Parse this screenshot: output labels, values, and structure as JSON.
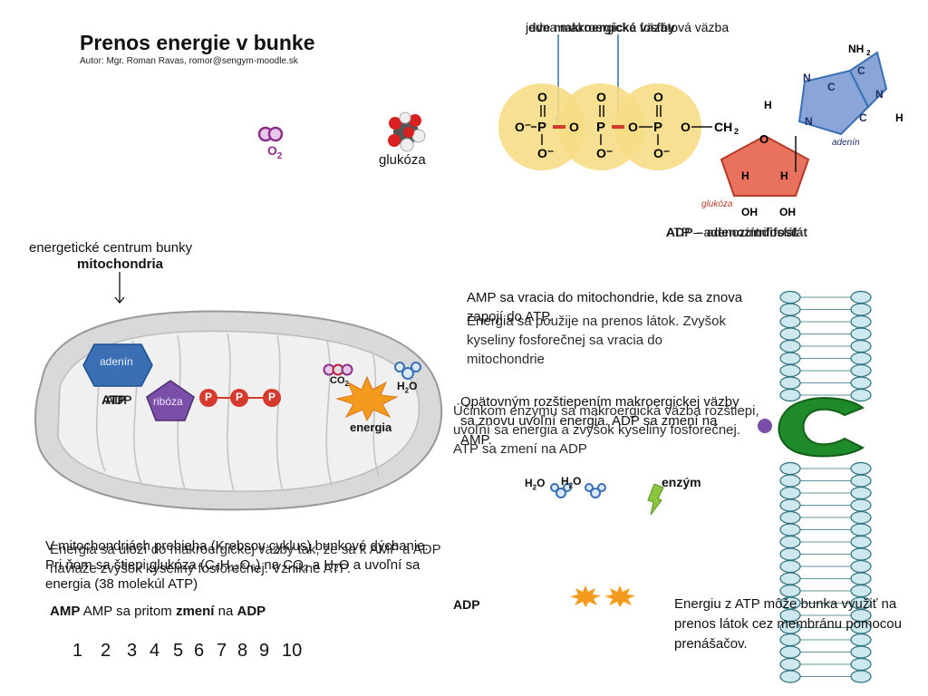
{
  "slide": {
    "title": "Prenos energie v bunke",
    "author": "Autor: Mgr. Roman Ravas, romor@sengym-moodle.sk"
  },
  "molecules": {
    "o2_label": "O",
    "o2_sub": "2",
    "glucose_label": "glukóza"
  },
  "atp_diagram": {
    "top_label_a": "jedna makroergická fosfátová väzba",
    "top_label_b": "dve makroergické väzby",
    "bottom_label_a": "ATP – adenozíntrifosfát",
    "bottom_label_b": "ADP – adenozíndifosfát",
    "o": "O",
    "p": "P",
    "o_minus": "O⁻",
    "ch2": "CH",
    "ch2_sub": "2",
    "nh2": "NH",
    "nh2_sub": "2",
    "n": "N",
    "c": "C",
    "h": "H",
    "oh": "OH",
    "adenin_label": "adenín",
    "glukoza_label": "glukóza"
  },
  "mitochondria": {
    "center_label": "energetické centrum bunky",
    "name": "mitochondria",
    "adenin": "adenín",
    "riboza": "ribóza",
    "p": "P",
    "atp_label": "ATP",
    "adp_label": "ADP",
    "co2": "CO",
    "co2_sub": "2",
    "h2o": "H",
    "h2o_sub": "2",
    "h2o_o": "O",
    "energia": "energia"
  },
  "right_panel": {
    "text_amp_a": "AMP sa vracia do mitochondrie, kde sa znova zapojí do ATP.",
    "text_amp_b": "Energia sa použije na prenos látok. Zvyšok kyseliny fosforečnej sa vracia do mitochondrie",
    "text_split_a": "Opätovným rozštiepením makroergickej väzby sa znovu uvoľní energia. ADP sa zmení na AMP.",
    "text_split_b": "Účinkom enzýmu sa makroergická väzba rozštiepi, uvoľní sa energia a zvyšok kyseliny fosforečnej. ATP sa zmení na ADP",
    "h2o_a": "H",
    "h2o_a_sub": "2",
    "h2o_a_o": "O",
    "enzym": "enzým",
    "adp_amp_label": "ADP",
    "energy_text": "Energiu z ATP môže bunka využiť na prenos látok cez membránu pomocou prenášačov."
  },
  "bottom_text": {
    "layer1": "V mitochondriách prebieha (Krebsov cyklus) bunkové dýchanie. Pri ňom sa štiepi glukóza (C₆H₁₂O₆) na CO₂ a H₂O a uvoľní sa energia (38 molekúl ATP)",
    "layer2": "Energia sa uloží do makroergickej väzby tak, že sa k AMP a ADP naviaže zvyšok kyseliny fosforečnej. Vznikne ATP.",
    "layer3_pre": "AMP sa pritom",
    "layer3_bold": "zmení",
    "layer3_mid": "na",
    "layer3_end": "ADP",
    "layer3_first": "AMP"
  },
  "pagination": [
    "1",
    "2",
    "3",
    "4",
    "5",
    "6",
    "7",
    "8",
    "9",
    "10"
  ],
  "colors": {
    "adenin_blue": "#3b6fb4",
    "riboza_purple": "#7b4fa8",
    "phosphate_red": "#d63a2e",
    "energy_orange": "#f49a1c",
    "membrane_blue": "#cde8ee",
    "carrier_green": "#1f8a2a",
    "phosphate_yellow": "#f7dd86"
  }
}
